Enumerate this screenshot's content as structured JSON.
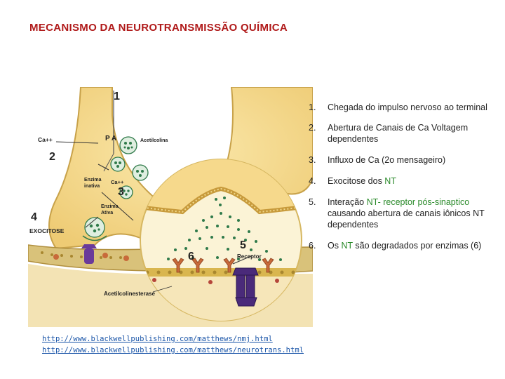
{
  "title": "MECANISMO DA NEUROTRANSMISSÃO QUÍMICA",
  "figure": {
    "labels": {
      "n1": "1",
      "n2": "2",
      "n3": "3",
      "n4": "4",
      "n5": "5",
      "n6": "6",
      "pa": "P A",
      "ca_ext": "Ca++",
      "ca_int": "Ca++",
      "acetilcolina": "Acetilcolina",
      "enzima_inativa_1": "Enzima",
      "enzima_inativa_2": "inativa",
      "enzima_ativa_1": "Enzima",
      "enzima_ativa_2": "Ativa",
      "exocitose": "EXOCITOSE",
      "receptor": "Receptor",
      "acetilcolinesterase": "Acetilcolinesterase"
    }
  },
  "steps": [
    {
      "num": "1.",
      "text": "Chegada do impulso nervoso ao terminal"
    },
    {
      "num": "2.",
      "text": "Abertura de Canais de Ca Voltagem dependentes"
    },
    {
      "num": "3.",
      "text": "Influxo de Ca  (2o mensageiro)"
    },
    {
      "num": "4.",
      "pre": "Exocitose dos ",
      "nt": "NT",
      "post": ""
    },
    {
      "num": "5.",
      "pre": "Interação ",
      "nt": "NT- receptor pós-sinaptico",
      "post": " causando abertura de canais iônicos NT dependentes"
    },
    {
      "num": "6.",
      "pre": "Os ",
      "nt": "NT",
      "post": " são degradados por enzimas (6)"
    }
  ],
  "links": [
    "http://www.blackwellpublishing.com/matthews/nmj.html",
    "http://www.blackwellpublishing.com/matthews/neurotrans.html"
  ],
  "colors": {
    "title": "#b01a1a",
    "nt_highlight": "#2a8a2a",
    "link": "#1a55a8",
    "terminal": "#f2d98a",
    "terminal_edge": "#c8a24a",
    "vesicle": "#2f7a4a",
    "receptor": "#c86a3a",
    "channel": "#4a2a7a"
  }
}
